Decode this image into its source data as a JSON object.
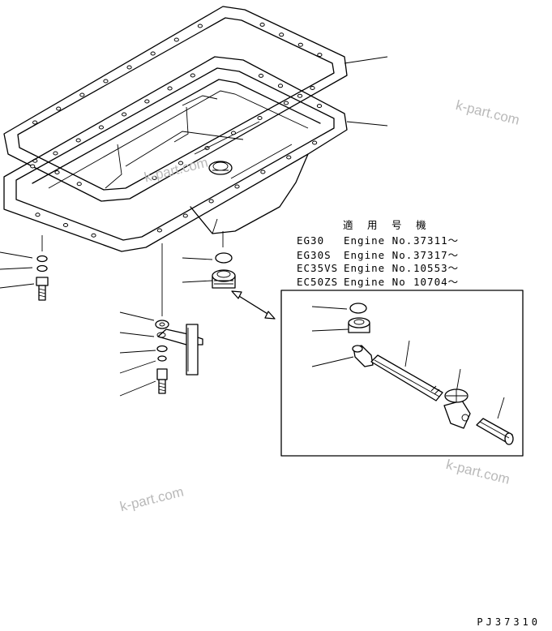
{
  "applicability": {
    "title": "適 用 号 機",
    "rows": [
      {
        "model": "EG30",
        "engine_label": "Engine No.",
        "serial": "37311～"
      },
      {
        "model": "EG30S",
        "engine_label": "Engine No.",
        "serial": "37317～"
      },
      {
        "model": "EC35VS",
        "engine_label": "Engine No.",
        "serial": "10553～"
      },
      {
        "model": "EC50ZS",
        "engine_label": "Engine No",
        "serial": "10704～"
      }
    ]
  },
  "watermarks": [
    "k-part.com",
    "k-part.com",
    "k-part.com",
    "k-part.com"
  ],
  "drawing_code": "PJ37310",
  "colors": {
    "line": "#000000",
    "watermark": "#b9b9b9",
    "background": "#ffffff"
  }
}
